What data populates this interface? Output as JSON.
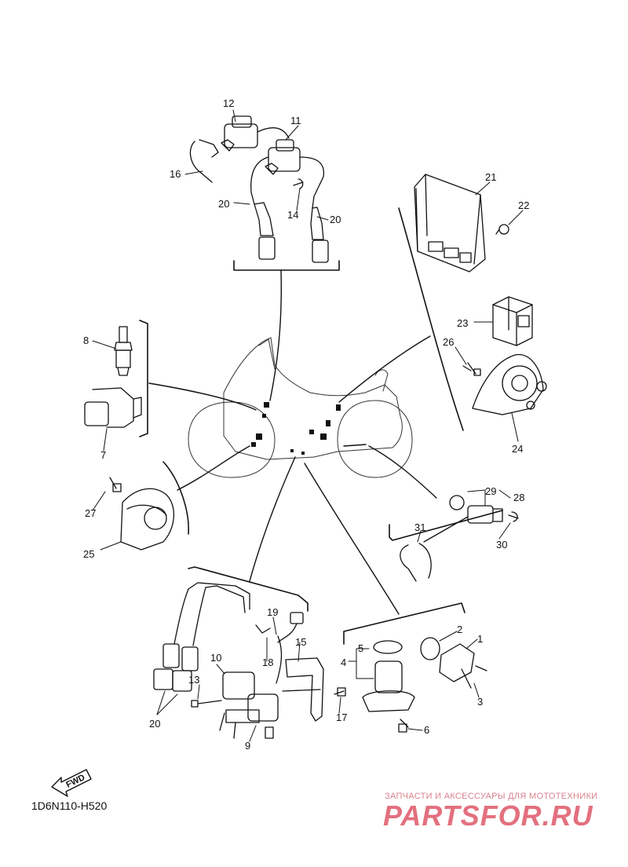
{
  "diagram": {
    "code": "1D6N110-H520",
    "fwd_label": "FWD",
    "watermark_line1": "ЗАПЧАСТИ И АКСЕССУАРЫ ДЛЯ МОТОТЕХНИКИ",
    "watermark_line2": "PARTSFOR.RU",
    "callouts": [
      "1",
      "2",
      "3",
      "4",
      "5",
      "6",
      "7",
      "8",
      "9",
      "10",
      "11",
      "12",
      "13",
      "14",
      "15",
      "16",
      "17",
      "18",
      "19",
      "20",
      "20",
      "20",
      "21",
      "22",
      "23",
      "24",
      "25",
      "26",
      "27",
      "28",
      "29",
      "30",
      "31"
    ]
  }
}
